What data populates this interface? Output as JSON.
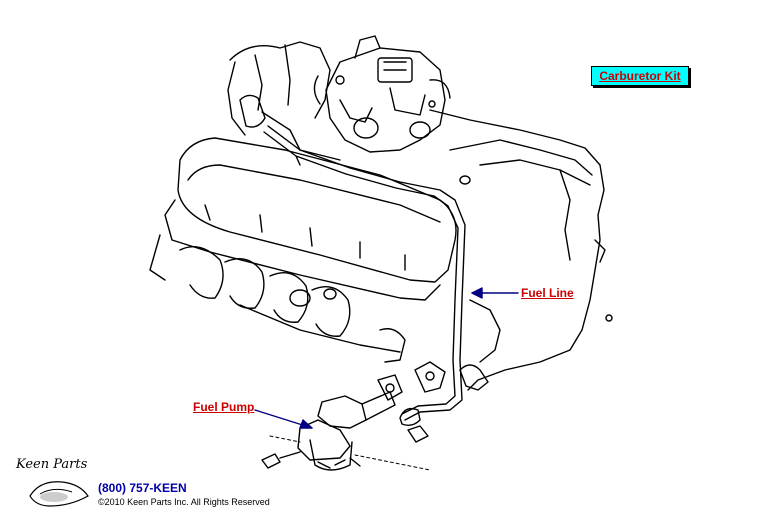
{
  "links": {
    "carburetor_kit": "Carburetor Kit",
    "fuel_line": "Fuel Line",
    "fuel_pump": "Fuel Pump"
  },
  "footer": {
    "logo_text": "Keen Parts",
    "phone": "(800) 757-KEEN",
    "copyright": "©2010 Keen Parts Inc. All Rights Reserved"
  },
  "colors": {
    "link": "#cc0000",
    "button_bg": "#00ffff",
    "arrow": "#000080",
    "phone": "#0000aa"
  }
}
